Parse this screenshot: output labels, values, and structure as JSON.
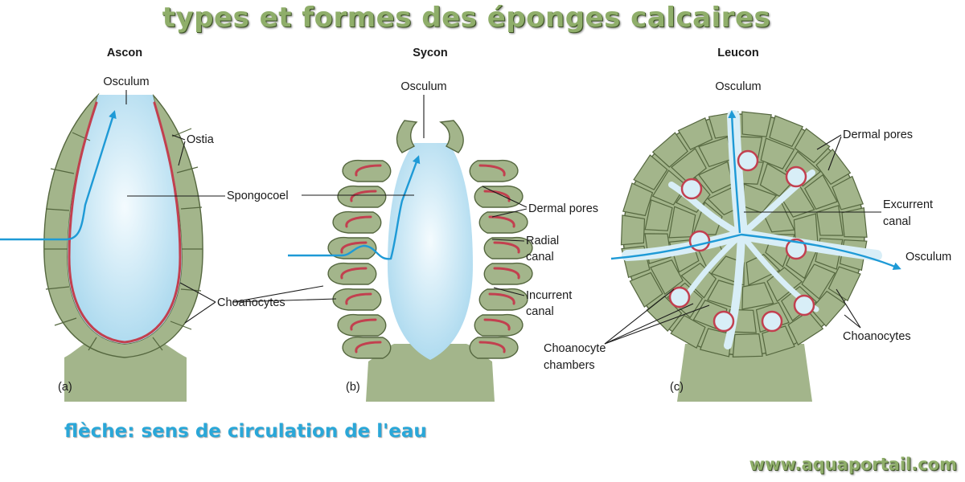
{
  "title": "types et formes des éponges calcaires",
  "caption": "flèche: sens de circulation de l'eau",
  "footer": "www.aquaportail.com",
  "panels": {
    "ascon": {
      "heading": "Ascon",
      "letter": "(a)",
      "labels": {
        "osculum": "Osculum",
        "ostia": "Ostia",
        "spongocoel": "Spongocoel",
        "choanocytes": "Choanocytes"
      }
    },
    "sycon": {
      "heading": "Sycon",
      "letter": "(b)",
      "labels": {
        "osculum": "Osculum",
        "dermal_pores": "Dermal pores",
        "radial_canal_1": "Radial",
        "radial_canal_2": "canal",
        "incurrent_canal_1": "Incurrent",
        "incurrent_canal_2": "canal"
      }
    },
    "leucon": {
      "heading": "Leucon",
      "letter": "(c)",
      "labels": {
        "osculum_top": "Osculum",
        "dermal_pores": "Dermal pores",
        "excurrent_canal_1": "Excurrent",
        "excurrent_canal_2": "canal",
        "osculum_right": "Osculum",
        "choanocytes": "Choanocytes",
        "choanocyte_chambers_1": "Choanocyte",
        "choanocyte_chambers_2": "chambers"
      }
    }
  },
  "colors": {
    "title_green": "#8fae6a",
    "caption_blue": "#2aa7d8",
    "cell_green": "#a3b58b",
    "choanocyte_red": "#c2404f",
    "flow_blue": "#1e9ad6",
    "cavity_blue": "#bfe3f3"
  }
}
